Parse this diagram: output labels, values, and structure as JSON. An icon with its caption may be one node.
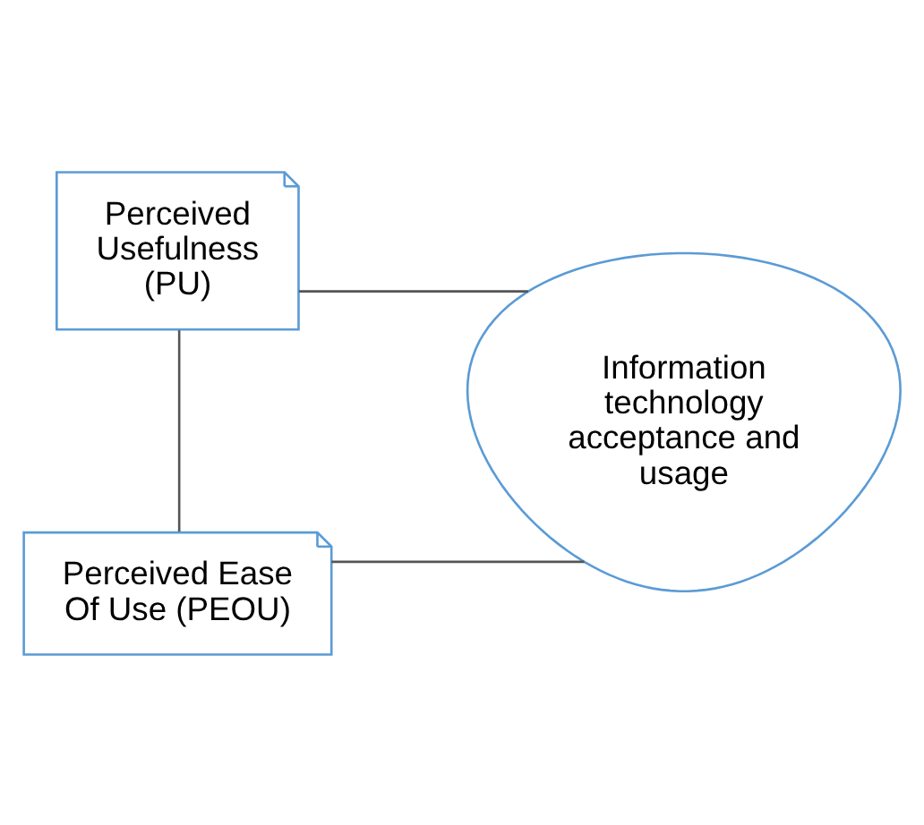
{
  "diagram": {
    "nodes": [
      {
        "text": [
          "Perceived Usefulness (PU)"
        ]
      },
      {
        "text": [
          "Information technology acceptance and usage"
        ]
      },
      {
        "text": [
          "Perceived Ease Of Use (PEOU)"
        ]
      }
    ],
    "edges": [
      {
        "from": 0,
        "to": 1,
        "arrow": "none"
      },
      {
        "from": 0,
        "to": 2,
        "arrow": "none"
      },
      {
        "from": 2,
        "to": 1,
        "arrow": "none"
      }
    ]
  }
}
